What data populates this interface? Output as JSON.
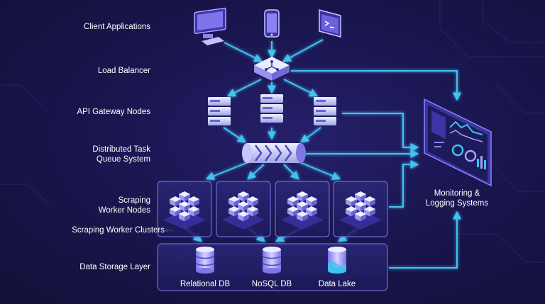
{
  "labels": {
    "client_applications": "Client Applications",
    "load_balancer": "Load Balancer",
    "api_gateway_nodes": "API Gateway Nodes",
    "task_queue": "Distributed Task\nQueue System",
    "worker_nodes": "Scraping\nWorker Nodes",
    "worker_clusters": "Scraping Worker Clusters",
    "data_storage_layer": "Data Storage Layer",
    "monitoring": "Monitoring &\nLogging Systems"
  },
  "databases": {
    "relational": "Relational DB",
    "nosql": "NoSQL DB",
    "lake": "Data Lake"
  },
  "icons": [
    "desktop-icon",
    "phone-icon",
    "terminal-icon",
    "load-balancer-icon",
    "server-rack-icon",
    "queue-cylinder-icon",
    "node-cubes-icon",
    "database-icon",
    "data-lake-icon",
    "dashboard-icon"
  ],
  "colors": {
    "background": "#1a1650",
    "arrow": "#3fc3f0",
    "accent": "#8a7dff",
    "panel_border": "#6f68d8"
  }
}
